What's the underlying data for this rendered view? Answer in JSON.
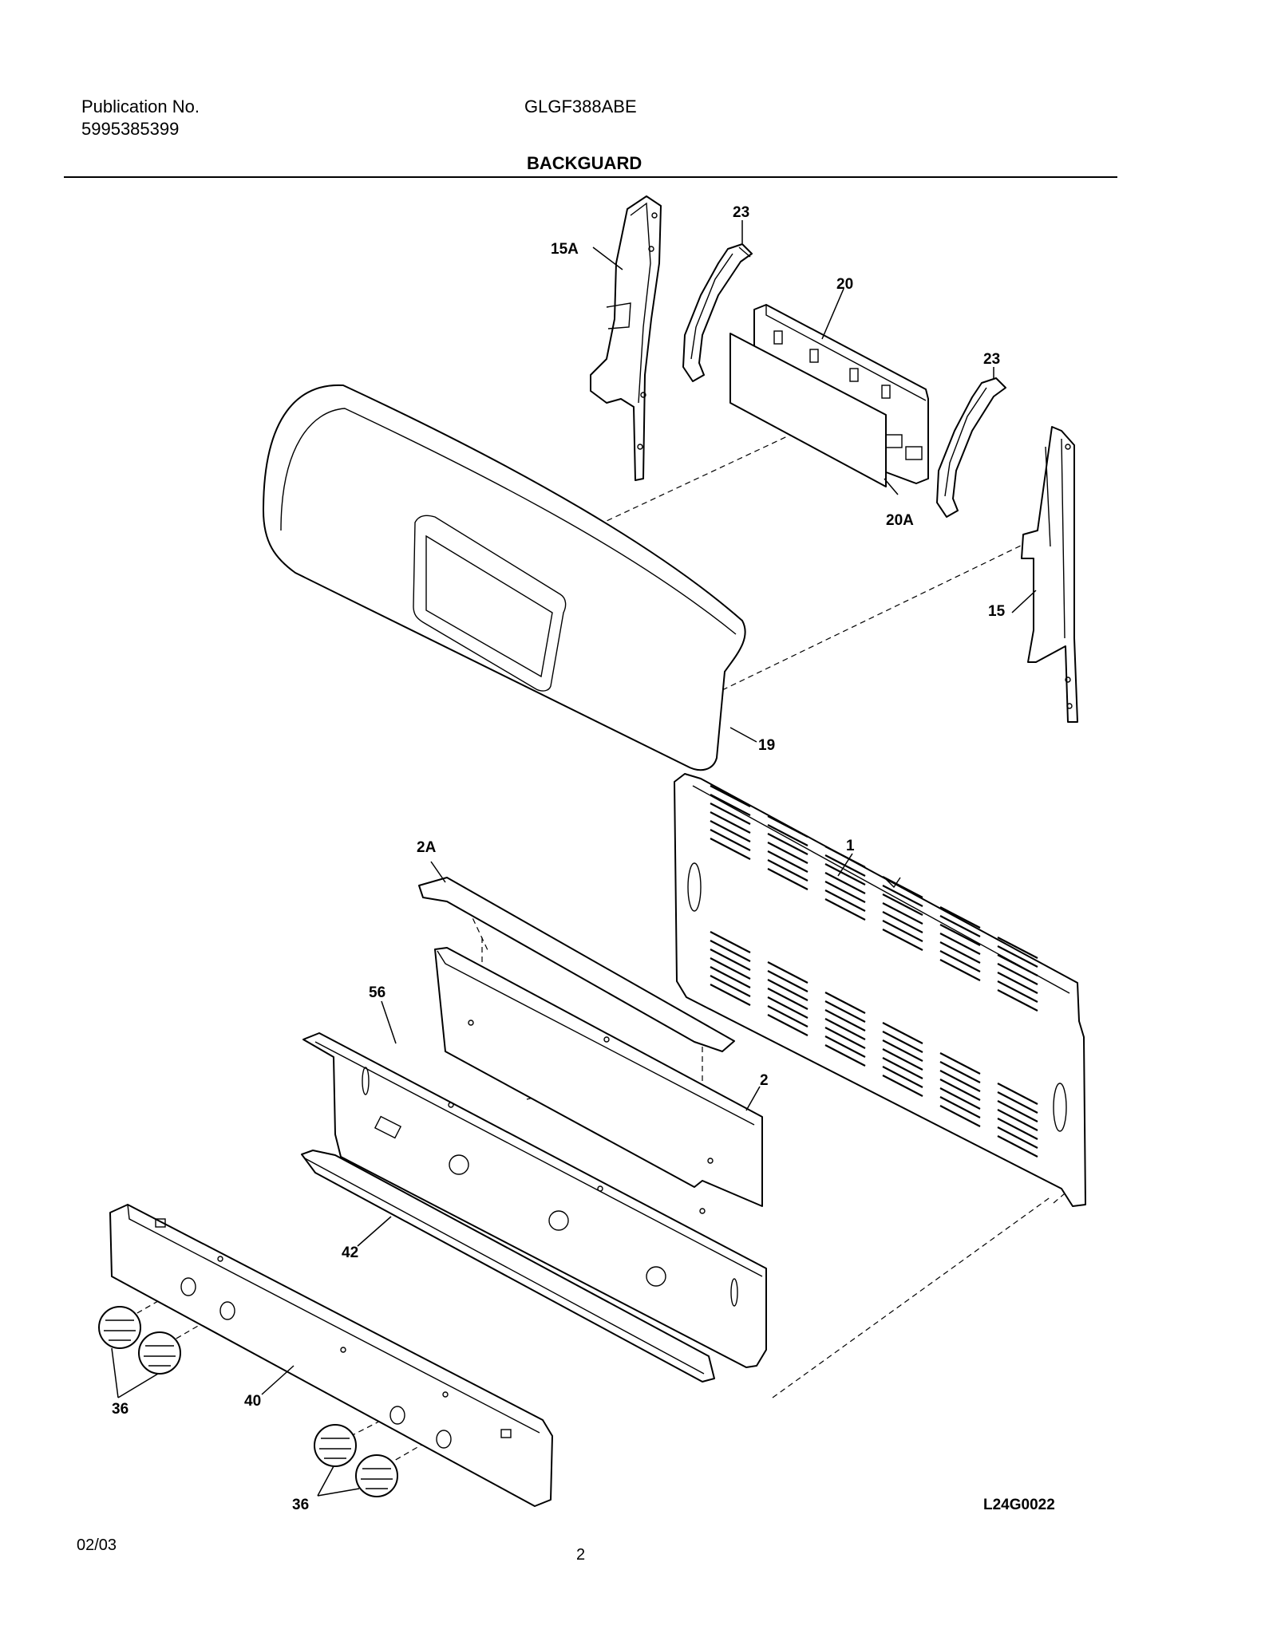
{
  "header": {
    "publication_label": "Publication No.",
    "publication_number": "5995385399",
    "model": "GLGF388ABE",
    "section_title": "BACKGUARD"
  },
  "callouts": {
    "p15A": "15A",
    "p23a": "23",
    "p20": "20",
    "p23b": "23",
    "p20A": "20A",
    "p15": "15",
    "p19": "19",
    "p1": "1",
    "p2A": "2A",
    "p56": "56",
    "p2": "2",
    "p42": "42",
    "p36a": "36",
    "p40": "40",
    "p36b": "36"
  },
  "diagram_id": "L24G0022",
  "footer": {
    "date": "02/03",
    "page": "2"
  }
}
